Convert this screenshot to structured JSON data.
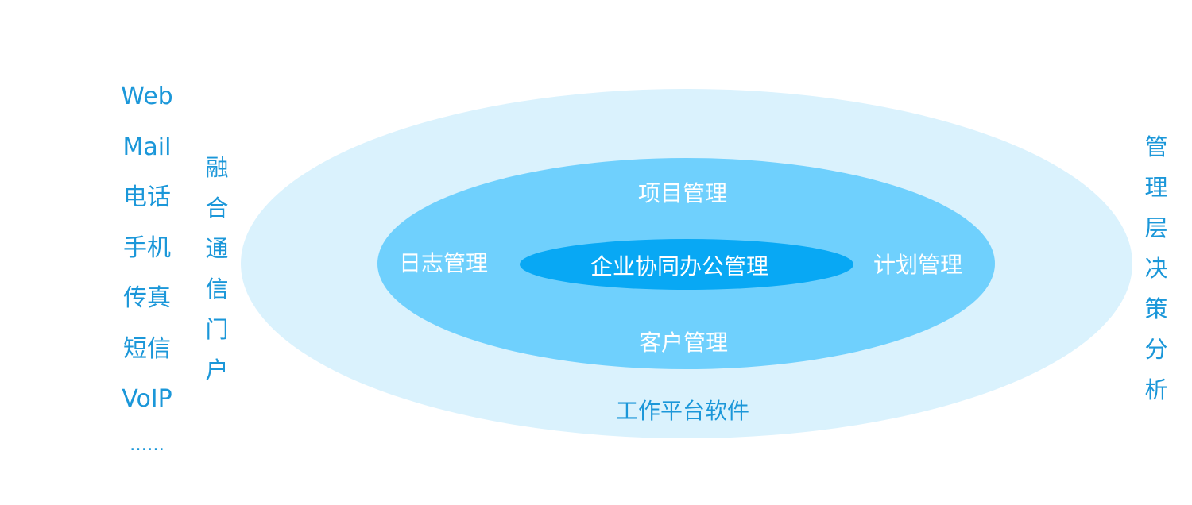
{
  "channels": [
    "Web",
    "Mail",
    "电话",
    "手机",
    "传真",
    "短信",
    "VoIP",
    "……"
  ],
  "portal_label": "融合通信门户",
  "decision_label": "管理层决策分析",
  "rings": {
    "outer_label": "工作平台软件",
    "middle": {
      "top_label": "项目管理",
      "left_label": "日志管理",
      "right_label": "计划管理",
      "bottom_label": "客户管理"
    },
    "core_label": "企业协同办公管理"
  },
  "colors": {
    "text_blue": "#1b97d9",
    "outer_ring": "#daf2fd",
    "middle_ring": "#6fd0fd",
    "core": "#08a8f4"
  }
}
